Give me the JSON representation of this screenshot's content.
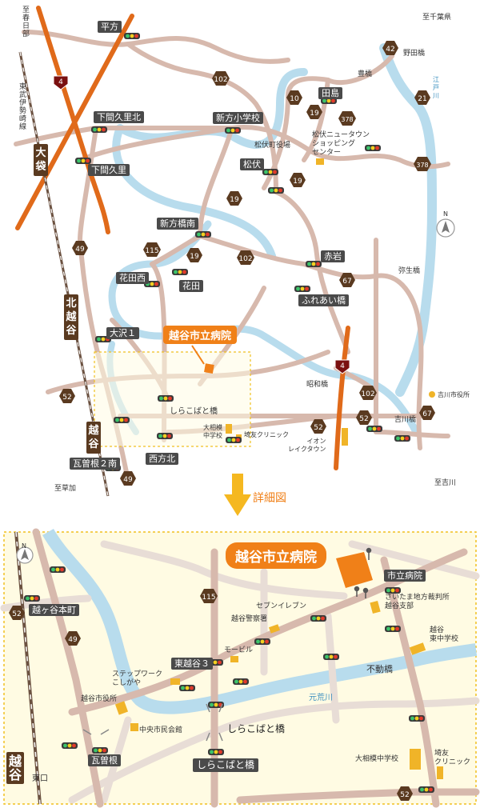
{
  "colors": {
    "road": "#d7b9ad",
    "road_edge": "#c4a396",
    "expressway": "#e06a1a",
    "river": "#b8dced",
    "river_dark": "#8cc3dc",
    "rail": "#6b5140",
    "label_bg": "#4a4a4a",
    "hospital": "#f08018",
    "detail_bg": "#fffbe3",
    "facility": "#f0b428"
  },
  "top_map": {
    "directions": {
      "to_kasukabe": "至春日部",
      "to_chiba": "至千葉県",
      "to_souka": "至草加",
      "to_yoshikawa": "至吉川"
    },
    "railway": "東武伊勢崎線",
    "stations": [
      "大袋",
      "北越谷",
      "越谷"
    ],
    "intersections": [
      "平方",
      "下間久里北",
      "下間久里",
      "新方小学校",
      "田島",
      "松伏",
      "新方橋南",
      "赤岩",
      "ふれあい橋",
      "花田西",
      "花田",
      "大沢１",
      "しらこばと橋",
      "西方北",
      "瓦曽根２南"
    ],
    "bridges": [
      "豊橋",
      "野田橋",
      "弥生橋",
      "昭和橋",
      "吉川橋"
    ],
    "places": [
      "松伏町役場",
      "松伏ニュータウン\nショッピング\nセンター",
      "大相模\n中学校",
      "埼友クリニック",
      "イオン\nレイクタウン",
      "吉川市役所"
    ],
    "river": "江戸川",
    "routes": [
      "4",
      "102",
      "10",
      "19",
      "378",
      "42",
      "21",
      "49",
      "115",
      "67",
      "52"
    ],
    "hospital": "越谷市立病院",
    "north": "N"
  },
  "detail_arrow_label": "詳細図",
  "detail_map": {
    "hospital": "越谷市立病院",
    "intersections": [
      "越ヶ谷本町",
      "市立病院",
      "東越谷３",
      "不動橋",
      "しらこばと橋",
      "瓦曽根"
    ],
    "places": [
      "セブンイレブン",
      "越谷警察署",
      "さいたま地方裁判所\n越谷支部",
      "越谷\n東中学校",
      "モービル",
      "ステップワーク\nこしがや",
      "越谷市役所",
      "中央市民会館",
      "大相模中学校",
      "埼友\nクリニック"
    ],
    "river": "元荒川",
    "bridge": "しらこばと橋",
    "station": "越谷",
    "station_exit": "東口",
    "routes": [
      "52",
      "49",
      "115",
      "52"
    ],
    "north": "N"
  }
}
